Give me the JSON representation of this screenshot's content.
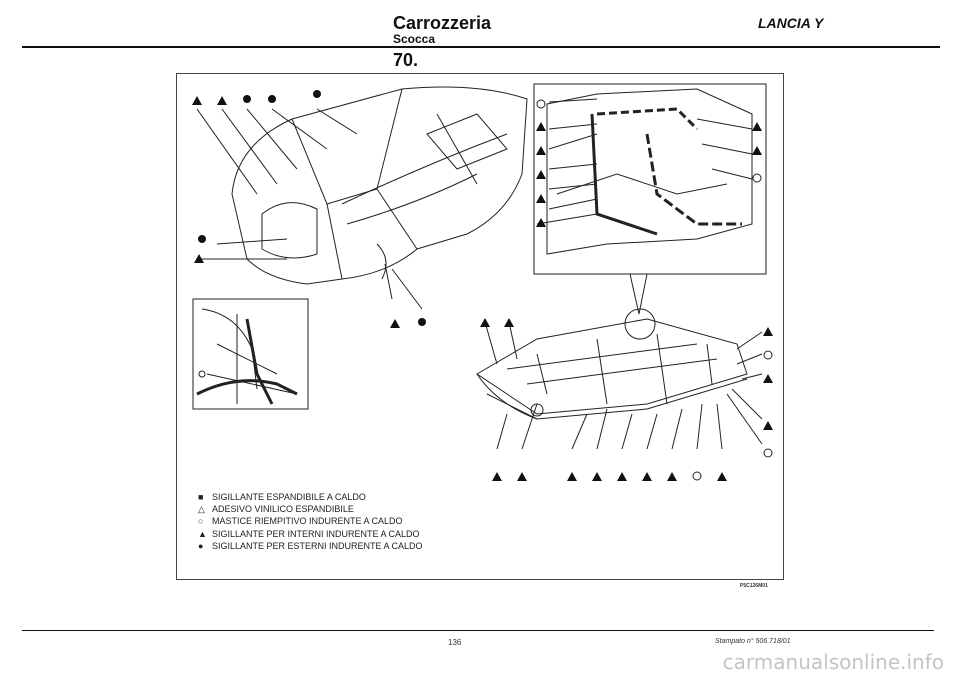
{
  "header": {
    "title": "Carrozzeria",
    "subtitle": "Scocca",
    "brand": "LANCIA Y",
    "section": "70."
  },
  "legend": [
    {
      "symbol": "filled-square-icon",
      "text": "SIGILLANTE ESPANDIBILE A CALDO"
    },
    {
      "symbol": "hollow-triangle-icon",
      "text": "ADESIVO VINILICO ESPANDIBILE"
    },
    {
      "symbol": "hollow-circle-icon",
      "text": "MASTICE RIEMPITIVO INDURENTE A CALDO"
    },
    {
      "symbol": "filled-triangle-icon",
      "text": "SIGILLANTE PER INTERNI INDURENTE A CALDO"
    },
    {
      "symbol": "filled-circle-icon",
      "text": "SIGILLANTE PER ESTERNI INDURENTE A CALDO"
    }
  ],
  "figure_code": "P5C126M01",
  "footer": {
    "page_number": "136",
    "printed": "Stampato n° 506.718/01"
  },
  "watermark": "carmanualsonline.info"
}
